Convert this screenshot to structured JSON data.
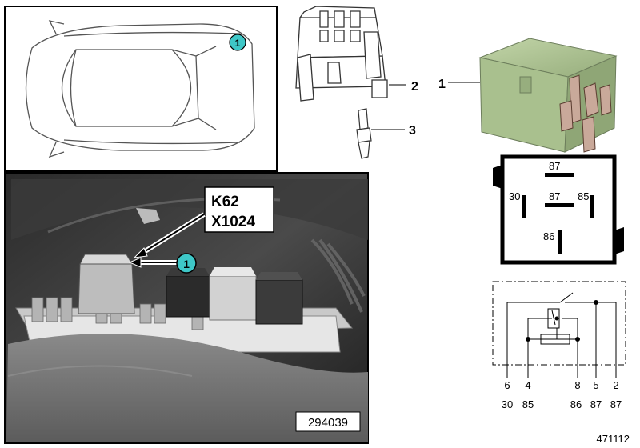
{
  "car_inset": {
    "callout_number": "1"
  },
  "photo": {
    "label_line1": "K62",
    "label_line2": "X1024",
    "callout_number": "1",
    "photo_number": "294039"
  },
  "parts": {
    "relay_callout": "1",
    "socket_callout": "2",
    "terminal_callout": "3"
  },
  "pin_diagram": {
    "pin_top": "87",
    "pin_left": "30",
    "pin_center": "87",
    "pin_right": "85",
    "pin_bottom": "86"
  },
  "schematic": {
    "positions": [
      "6",
      "4",
      "8",
      "5",
      "2"
    ],
    "terminals": [
      "30",
      "85",
      "86",
      "87",
      "87"
    ]
  },
  "diagram_number": "471112",
  "colors": {
    "callout_fill": "#3ec7c7",
    "relay_green": "#a9c08e"
  }
}
